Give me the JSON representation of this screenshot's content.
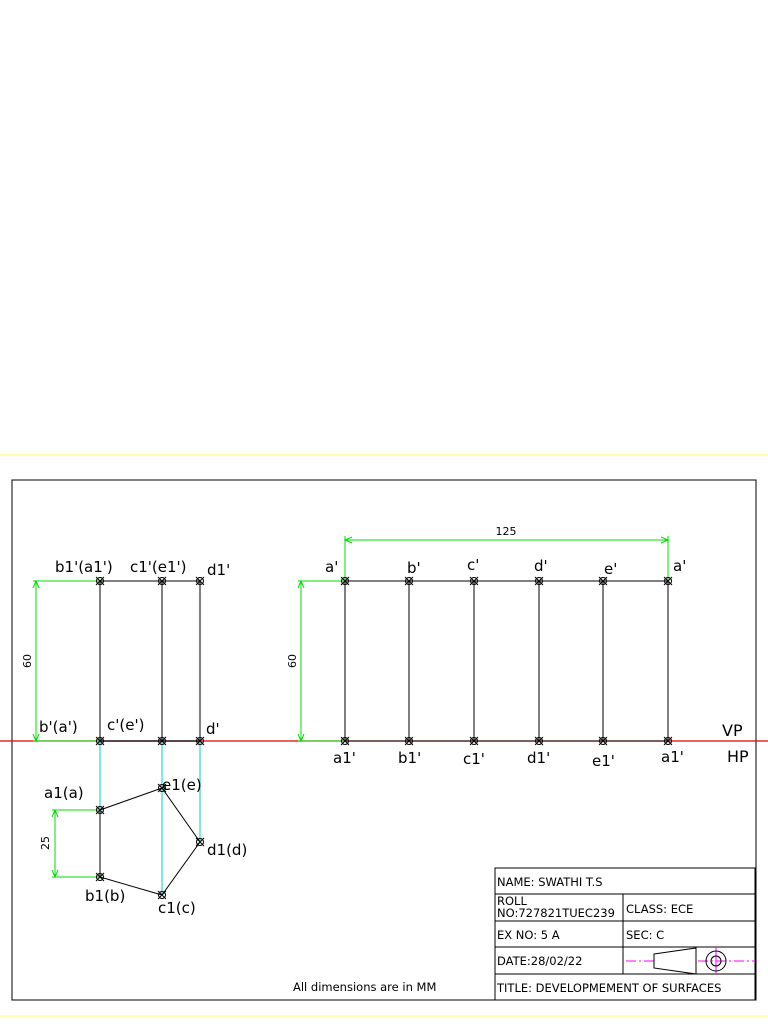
{
  "note": "All dimensions are in MM",
  "reference_line": {
    "vp": "VP",
    "hp": "HP"
  },
  "title_block": {
    "name": "NAME: SWATHI T.S",
    "roll_line1": "ROLL",
    "roll_line2": "NO:727821TUEC239",
    "class": "CLASS: ECE",
    "ex_no": "EX NO: 5 A",
    "sec": "SEC: C",
    "date": "DATE:28/02/22",
    "title": "TITLE: DEVELOPMEMENT OF SURFACES"
  },
  "front_view": {
    "top_labels": [
      "b1'(a1')",
      "c1'(e1')",
      "d1'"
    ],
    "bottom_labels": [
      "b'(a')",
      "c'(e')",
      "d'"
    ],
    "height_dim": "60"
  },
  "top_view": {
    "labels": [
      "a1(a)",
      "e1(e)",
      "d1(d)",
      "c1(c)",
      "b1(b)"
    ],
    "side_dim": "25"
  },
  "development": {
    "top_labels": [
      "a'",
      "b'",
      "c'",
      "d'",
      "e'",
      "a'"
    ],
    "bottom_labels": [
      "a1'",
      "b1'",
      "c1'",
      "d1'",
      "e1'",
      "a1'"
    ],
    "length_dim": "125",
    "height_dim": "60"
  },
  "colors": {
    "frame_line": "#ffff66",
    "border": "#000000",
    "reference_line": "#e00000",
    "dimension": "#00dd00",
    "projector": "#00cccc",
    "centre_line": "#ff00ff"
  }
}
